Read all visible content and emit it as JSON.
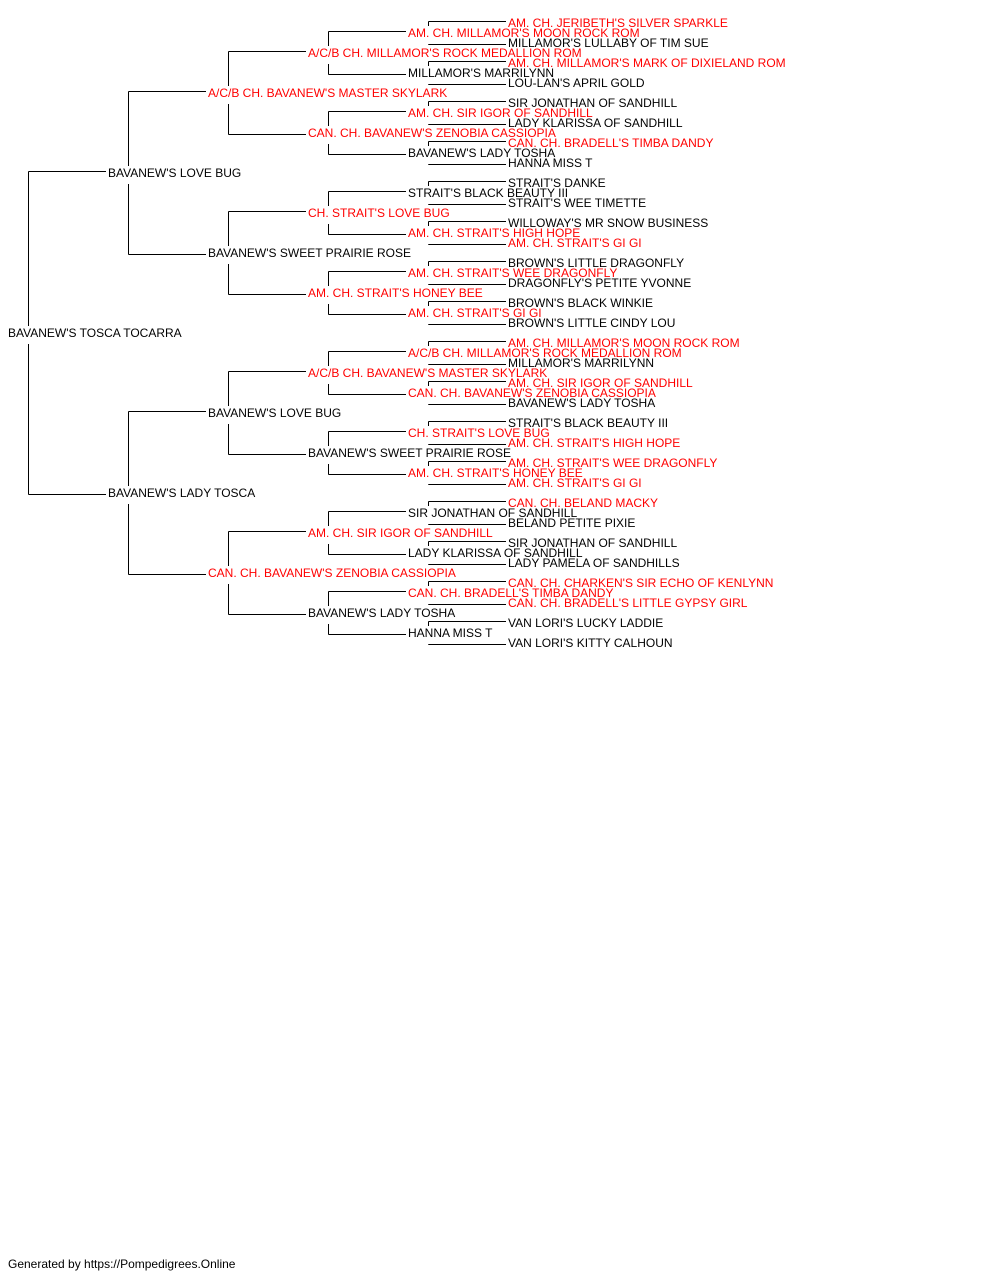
{
  "colors": {
    "champion_text": "#ff0000",
    "plain_text": "#000000",
    "connector_line": "#000000"
  },
  "pedigree": {
    "name": "BAVANEW'S TOSCA TOCARRA",
    "champ": false,
    "sire": {
      "name": "BAVANEW'S LOVE BUG",
      "champ": false,
      "sire": {
        "name": "A/C/B CH. BAVANEW'S MASTER SKYLARK",
        "champ": true,
        "sire": {
          "name": "A/C/B CH. MILLAMOR'S ROCK MEDALLION ROM",
          "champ": true,
          "sire": {
            "name": "AM. CH. MILLAMOR'S MOON ROCK ROM",
            "champ": true,
            "sire": {
              "name": "AM. CH. JERIBETH'S SILVER SPARKLE",
              "champ": true
            },
            "dam": {
              "name": "MILLAMOR'S LULLABY OF TIM SUE",
              "champ": false
            }
          },
          "dam": {
            "name": "MILLAMOR'S MARRILYNN",
            "champ": false,
            "sire": {
              "name": "AM. CH. MILLAMOR'S MARK OF DIXIELAND ROM",
              "champ": true
            },
            "dam": {
              "name": "LOU-LAN'S APRIL GOLD",
              "champ": false
            }
          }
        },
        "dam": {
          "name": "CAN. CH. BAVANEW'S ZENOBIA CASSIOPIA",
          "champ": true,
          "sire": {
            "name": "AM. CH. SIR IGOR OF SANDHILL",
            "champ": true,
            "sire": {
              "name": "SIR JONATHAN OF SANDHILL",
              "champ": false
            },
            "dam": {
              "name": "LADY KLARISSA OF SANDHILL",
              "champ": false
            }
          },
          "dam": {
            "name": "BAVANEW'S LADY TOSHA",
            "champ": false,
            "sire": {
              "name": "CAN. CH. BRADELL'S TIMBA DANDY",
              "champ": true
            },
            "dam": {
              "name": "HANNA MISS T",
              "champ": false
            }
          }
        }
      },
      "dam": {
        "name": "BAVANEW'S SWEET PRAIRIE ROSE",
        "champ": false,
        "sire": {
          "name": "CH. STRAIT'S LOVE BUG",
          "champ": true,
          "sire": {
            "name": "STRAIT'S BLACK BEAUTY III",
            "champ": false,
            "sire": {
              "name": "STRAIT'S DANKE",
              "champ": false
            },
            "dam": {
              "name": "STRAIT'S WEE TIMETTE",
              "champ": false
            }
          },
          "dam": {
            "name": "AM. CH. STRAIT'S HIGH HOPE",
            "champ": true,
            "sire": {
              "name": "WILLOWAY'S MR SNOW BUSINESS",
              "champ": false
            },
            "dam": {
              "name": "AM. CH. STRAIT'S GI GI",
              "champ": true
            }
          }
        },
        "dam": {
          "name": "AM. CH. STRAIT'S HONEY BEE",
          "champ": true,
          "sire": {
            "name": "AM. CH. STRAIT'S WEE DRAGONFLY",
            "champ": true,
            "sire": {
              "name": "BROWN'S LITTLE DRAGONFLY",
              "champ": false
            },
            "dam": {
              "name": "DRAGONFLY'S PETITE YVONNE",
              "champ": false
            }
          },
          "dam": {
            "name": "AM. CH. STRAIT'S GI GI",
            "champ": true,
            "sire": {
              "name": "BROWN'S BLACK WINKIE",
              "champ": false
            },
            "dam": {
              "name": "BROWN'S LITTLE CINDY LOU",
              "champ": false
            }
          }
        }
      }
    },
    "dam": {
      "name": "BAVANEW'S LADY TOSCA",
      "champ": false,
      "sire": {
        "name": "BAVANEW'S LOVE BUG",
        "champ": false,
        "sire": {
          "name": "A/C/B CH. BAVANEW'S MASTER SKYLARK",
          "champ": true,
          "sire": {
            "name": "A/C/B CH. MILLAMOR'S ROCK MEDALLION ROM",
            "champ": true,
            "sire": {
              "name": "AM. CH. MILLAMOR'S MOON ROCK ROM",
              "champ": true
            },
            "dam": {
              "name": "MILLAMOR'S MARRILYNN",
              "champ": false
            }
          },
          "dam": {
            "name": "CAN. CH. BAVANEW'S ZENOBIA CASSIOPIA",
            "champ": true,
            "sire": {
              "name": "AM. CH. SIR IGOR OF SANDHILL",
              "champ": true
            },
            "dam": {
              "name": "BAVANEW'S LADY TOSHA",
              "champ": false
            }
          }
        },
        "dam": {
          "name": "BAVANEW'S SWEET PRAIRIE ROSE",
          "champ": false,
          "sire": {
            "name": "CH. STRAIT'S LOVE BUG",
            "champ": true,
            "sire": {
              "name": "STRAIT'S BLACK BEAUTY III",
              "champ": false
            },
            "dam": {
              "name": "AM. CH. STRAIT'S HIGH HOPE",
              "champ": true
            }
          },
          "dam": {
            "name": "AM. CH. STRAIT'S HONEY BEE",
            "champ": true,
            "sire": {
              "name": "AM. CH. STRAIT'S WEE DRAGONFLY",
              "champ": true
            },
            "dam": {
              "name": "AM. CH. STRAIT'S GI GI",
              "champ": true
            }
          }
        }
      },
      "dam": {
        "name": "CAN. CH. BAVANEW'S ZENOBIA CASSIOPIA",
        "champ": true,
        "sire": {
          "name": "AM. CH. SIR IGOR OF SANDHILL",
          "champ": true,
          "sire": {
            "name": "SIR JONATHAN OF SANDHILL",
            "champ": false,
            "sire": {
              "name": "CAN. CH. BELAND MACKY",
              "champ": true
            },
            "dam": {
              "name": "BELAND PETITE PIXIE",
              "champ": false
            }
          },
          "dam": {
            "name": "LADY KLARISSA OF SANDHILL",
            "champ": false,
            "sire": {
              "name": "SIR JONATHAN OF SANDHILL",
              "champ": false
            },
            "dam": {
              "name": "LADY PAMELA OF SANDHILLS",
              "champ": false
            }
          }
        },
        "dam": {
          "name": "BAVANEW'S LADY TOSHA",
          "champ": false,
          "sire": {
            "name": "CAN. CH. BRADELL'S TIMBA DANDY",
            "champ": true,
            "sire": {
              "name": "CAN. CH. CHARKEN'S SIR ECHO OF KENLYNN",
              "champ": true
            },
            "dam": {
              "name": "CAN. CH. BRADELL'S LITTLE GYPSY GIRL",
              "champ": true
            }
          },
          "dam": {
            "name": "HANNA MISS T",
            "champ": false,
            "sire": {
              "name": "VAN LORI'S LUCKY LADDIE",
              "champ": false
            },
            "dam": {
              "name": "VAN LORI'S KITTY CALHOUN",
              "champ": false
            }
          }
        }
      }
    }
  },
  "footer": {
    "text": "Generated by https://Pompedigrees.Online"
  }
}
